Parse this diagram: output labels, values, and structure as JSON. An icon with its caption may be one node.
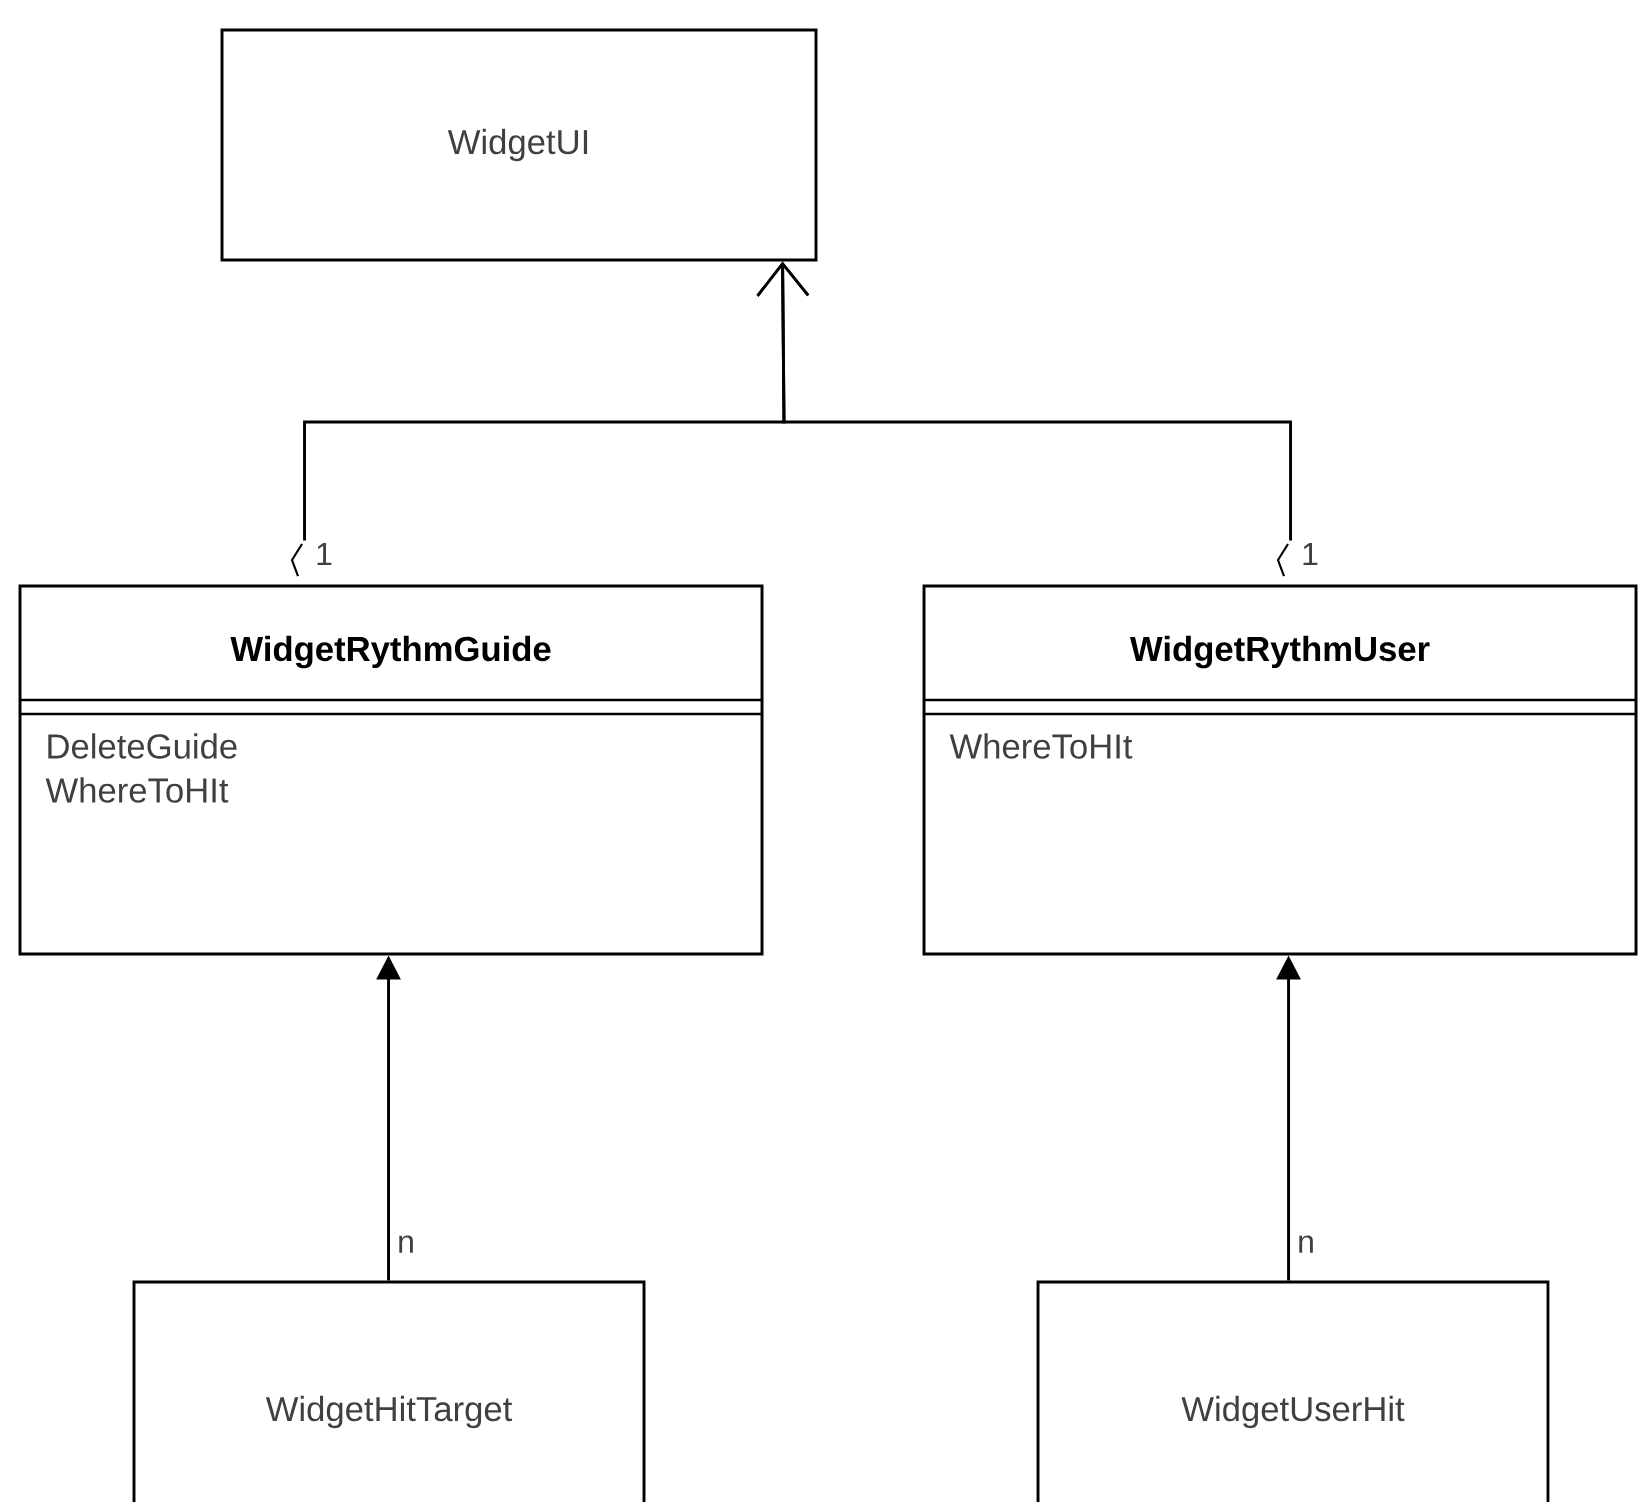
{
  "diagram": {
    "nodes": [
      {
        "text": [
          "WidgetUI"
        ]
      },
      {
        "text": [
          "WidgetRythmGuide",
          "DeleteGuide",
          "WhereToHIt"
        ]
      },
      {
        "text": [
          "WidgetRythmUser",
          "WhereToHIt"
        ]
      },
      {
        "text": [
          "WidgetHitTarget"
        ]
      },
      {
        "text": [
          "WidgetUserHit"
        ]
      }
    ],
    "edges": [
      {
        "from": 1,
        "to": 0,
        "arrow": "to",
        "label": "1"
      },
      {
        "from": 2,
        "to": 0,
        "arrow": "to",
        "label": "1"
      },
      {
        "from": 3,
        "to": 1,
        "arrow": "to",
        "label": "n"
      },
      {
        "from": 4,
        "to": 2,
        "arrow": "to",
        "label": "n"
      }
    ]
  }
}
